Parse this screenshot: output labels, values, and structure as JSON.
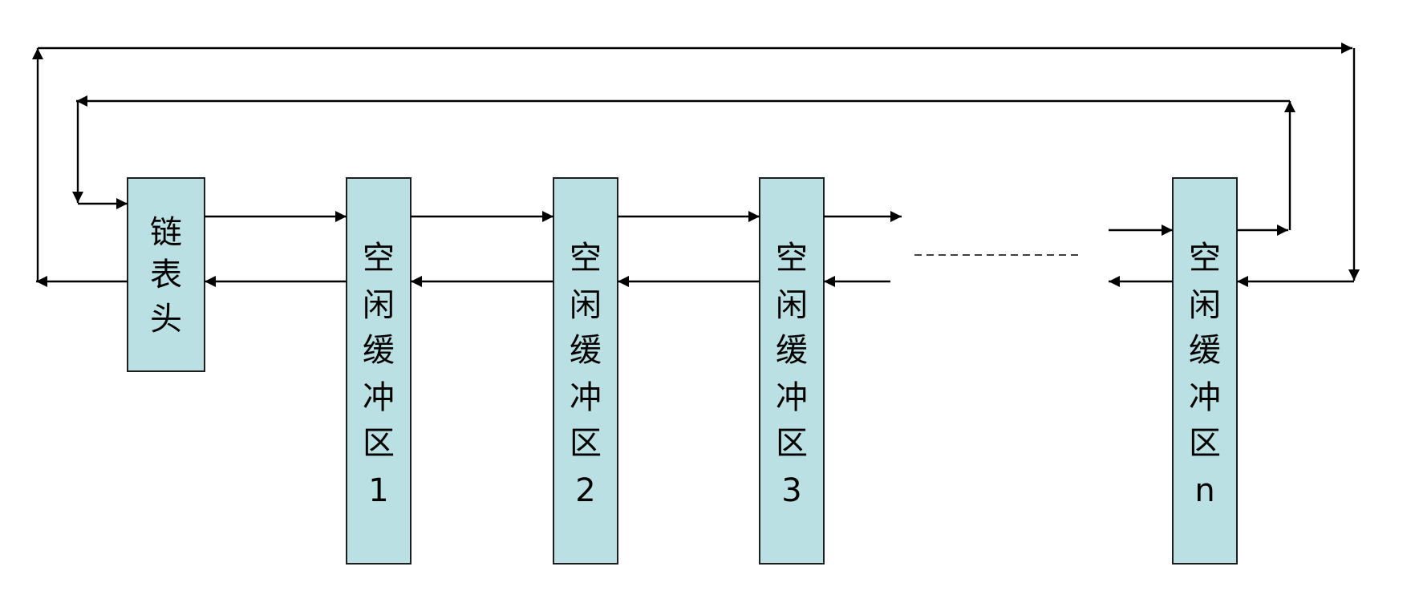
{
  "colors": {
    "box_fill": "#BBE0E3",
    "box_stroke": "#1F1F1F",
    "line": "#000000"
  },
  "nodes": [
    {
      "id": "head",
      "label_chars": [
        "链",
        "表",
        "头"
      ]
    },
    {
      "id": "buf1",
      "label_chars": [
        "空",
        "闲",
        "缓",
        "冲",
        "区",
        "1"
      ]
    },
    {
      "id": "buf2",
      "label_chars": [
        "空",
        "闲",
        "缓",
        "冲",
        "区",
        "2"
      ]
    },
    {
      "id": "buf3",
      "label_chars": [
        "空",
        "闲",
        "缓",
        "冲",
        "区",
        "3"
      ]
    },
    {
      "id": "bufn",
      "label_chars": [
        "空",
        "闲",
        "缓",
        "冲",
        "区",
        "n"
      ]
    }
  ],
  "ellipsis": "dashed-line"
}
